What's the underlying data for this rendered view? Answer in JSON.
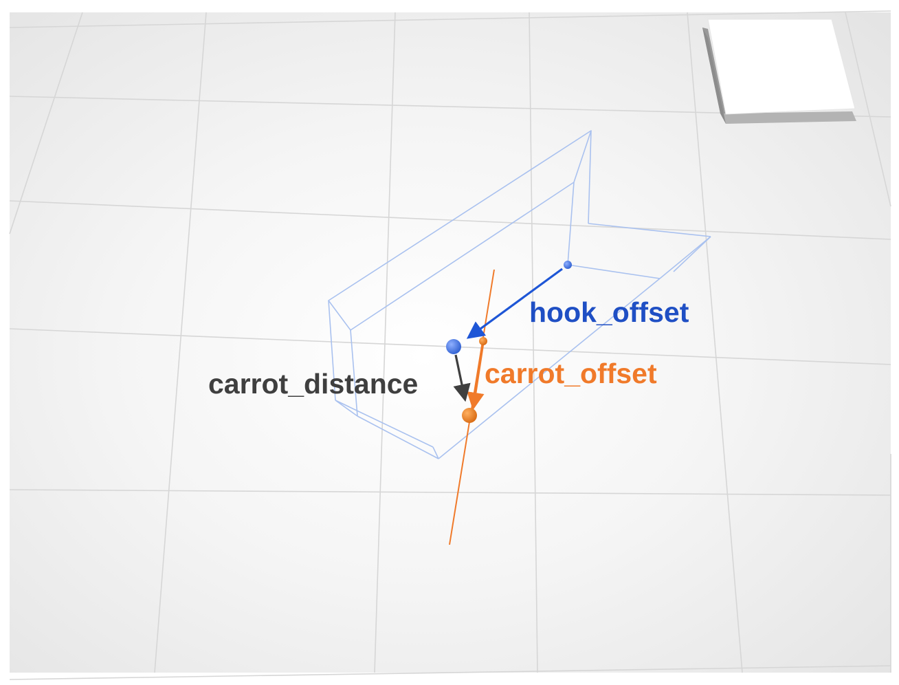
{
  "labels": {
    "hook_offset": "hook_offset",
    "carrot_offset": "carrot_offset",
    "carrot_distance": "carrot_distance"
  },
  "colors": {
    "hook": "#1f4fc4",
    "hook_arrow": "#1e56d6",
    "hook_point": "#3f75e0",
    "carrot": "#f07a2a",
    "carrot_point": "#e8832a",
    "distance": "#3f3f3f",
    "outline": "#a9c1ef",
    "grid": "#d9d9d9",
    "background_center": "#ffffff",
    "background_edge": "#e4e4e4"
  }
}
